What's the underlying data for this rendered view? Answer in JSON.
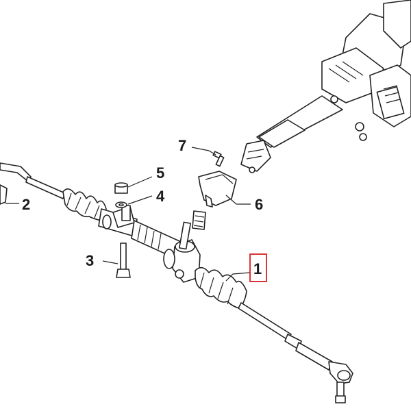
{
  "callouts": [
    {
      "id": "1",
      "label": "1",
      "highlighted": true
    },
    {
      "id": "2",
      "label": "2"
    },
    {
      "id": "3",
      "label": "3"
    },
    {
      "id": "4",
      "label": "4"
    },
    {
      "id": "5",
      "label": "5"
    },
    {
      "id": "6",
      "label": "6"
    },
    {
      "id": "7",
      "label": "7"
    }
  ],
  "colors": {
    "line": "#222222",
    "highlight_box": "#d81e1e",
    "background": "#ffffff"
  }
}
